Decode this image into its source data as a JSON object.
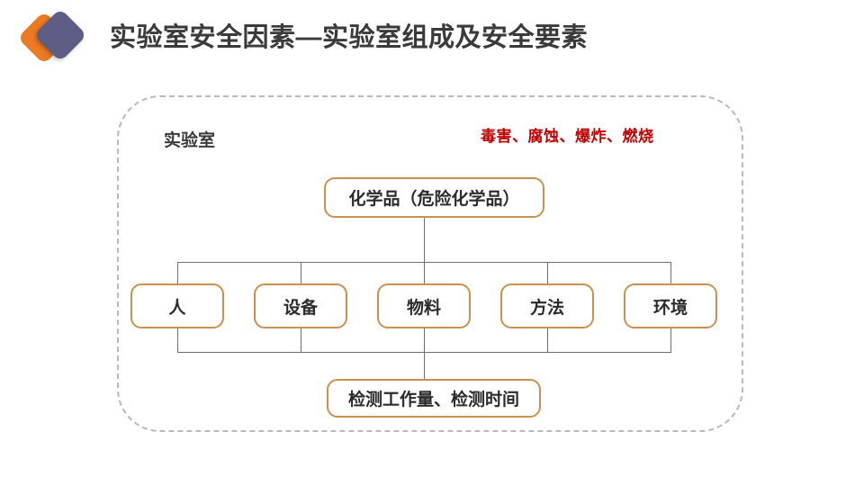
{
  "header": {
    "title": "实验室安全因素—实验室组成及安全要素",
    "logo_back_icon": "diamond-orange-icon",
    "logo_front_icon": "diamond-purple-icon"
  },
  "diagram": {
    "container_label": "实验室",
    "hazard_note": "毒害、腐蚀、爆炸、燃烧",
    "top_node": "化学品（危险化学品）",
    "mid_nodes": [
      "人",
      "设备",
      "物料",
      "方法",
      "环境"
    ],
    "bottom_node": "检测工作量、检测时间"
  },
  "colors": {
    "node_border": "#c8924e",
    "hazard_text": "#c00000",
    "container_border": "#b9b9b9",
    "title_text": "#3a3a3a",
    "logo_orange": "#ec7a22",
    "logo_purple": "#5d5d86",
    "connector": "#6f6f6f",
    "background": "#ffffff"
  }
}
